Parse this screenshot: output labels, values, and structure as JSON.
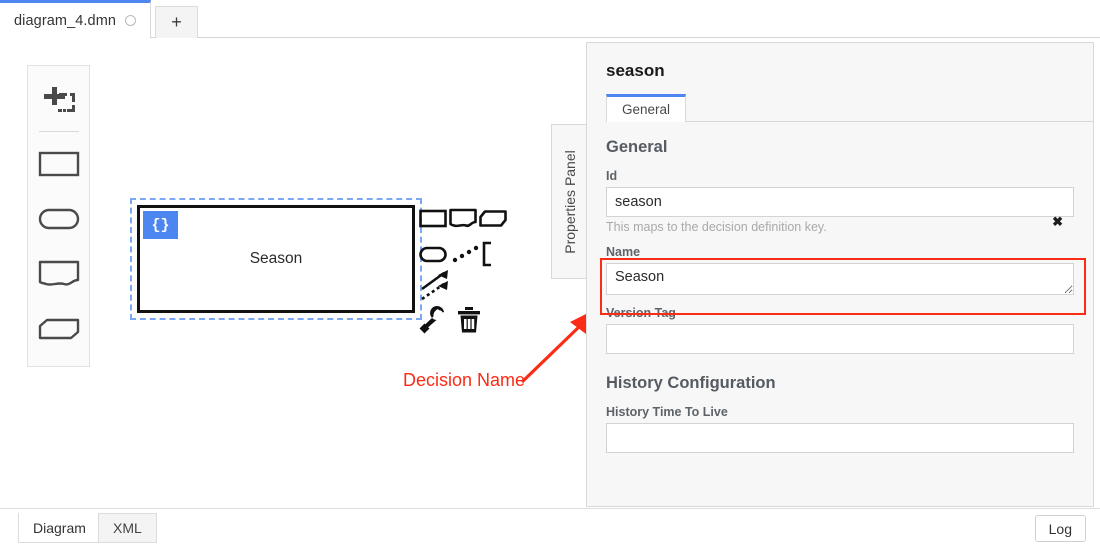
{
  "tabbar": {
    "file_tab_label": "diagram_4.dmn",
    "add_tab_label": "+"
  },
  "palette": {
    "items": [
      {
        "name": "lasso-tool",
        "icon": "lasso-tool-icon"
      },
      {
        "name": "decision",
        "icon": "decision-rectangle-icon"
      },
      {
        "name": "input-data",
        "icon": "input-data-stadium-icon"
      },
      {
        "name": "knowledge-source",
        "icon": "knowledge-source-icon"
      },
      {
        "name": "business-knowledge-model",
        "icon": "business-knowledge-model-icon"
      }
    ]
  },
  "canvas": {
    "decision_label": "Season",
    "expression_badge": "{}",
    "context_pad": [
      {
        "name": "append-decision",
        "icon": "decision-rectangle-icon"
      },
      {
        "name": "append-knowledge-source",
        "icon": "knowledge-source-icon"
      },
      {
        "name": "append-business-knowledge-model",
        "icon": "business-knowledge-model-icon"
      },
      {
        "name": "append-input-data",
        "icon": "input-data-stadium-icon"
      },
      {
        "name": "append-text-annotation",
        "icon": "text-annotation-icon"
      },
      {
        "name": "connect",
        "icon": "connect-arrow-icon"
      },
      {
        "name": "change-type",
        "icon": "wrench-icon"
      },
      {
        "name": "delete",
        "icon": "trash-icon"
      }
    ]
  },
  "properties_panel": {
    "side_tab_label": "Properties Panel",
    "header_title": "season",
    "tabs": [
      {
        "label": "General",
        "active": true
      }
    ],
    "groups": [
      {
        "title": "General",
        "fields": [
          {
            "label": "Id",
            "value": "season",
            "placeholder": "",
            "hint": "This maps to the decision definition key.",
            "clear_icon": "✖"
          },
          {
            "label": "Name",
            "value": "Season",
            "placeholder": "",
            "highlighted": true
          },
          {
            "label": "Version Tag",
            "value": "",
            "placeholder": ""
          }
        ]
      },
      {
        "title": "History Configuration",
        "fields": [
          {
            "label": "History Time To Live",
            "value": "",
            "placeholder": ""
          }
        ]
      }
    ]
  },
  "annotation": {
    "text": "Decision Name",
    "color": "#fb2c16"
  },
  "bottombar": {
    "tabs": [
      {
        "label": "Diagram",
        "active": true
      },
      {
        "label": "XML",
        "active": false
      }
    ],
    "log_label": "Log"
  },
  "colors": {
    "accent_blue": "#4d86f0",
    "selection_blue": "#7aa8f5",
    "annotation_red": "#fb2c16",
    "panel_bg": "#f7f7f7"
  }
}
